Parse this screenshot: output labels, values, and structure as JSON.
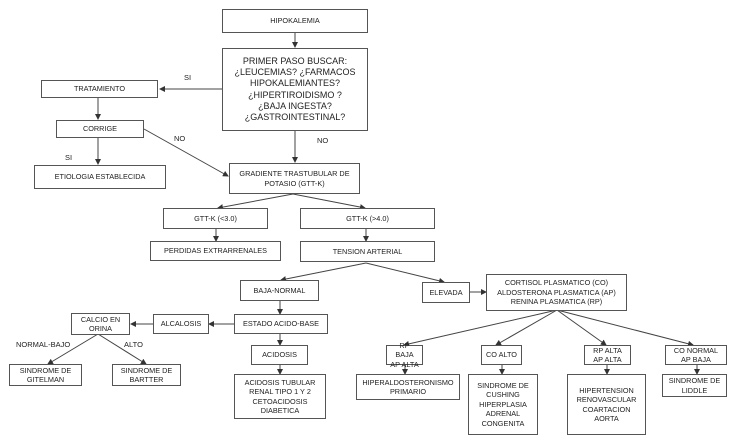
{
  "diagram": {
    "title": "HIPOKALEMIA",
    "nodes": {
      "hipokalemia": "HIPOKALEMIA",
      "primer_paso": "PRIMER PASO BUSCAR:\n¿LEUCEMIAS? ¿FARMACOS\nHIPOKALEMIANTES?\n¿HIPERTIROIDISMO ?\n¿BAJA INGESTA?\n¿GASTROINTESTINAL?",
      "tratamiento": "TRATAMIENTO",
      "corrige": "CORRIGE",
      "etiologia": "ETIOLOGIA ESTABLECIDA",
      "gtt_k": "GRADIENTE TRASTUBULAR DE\nPOTASIO (GTT-K)",
      "gtt_low": "GTT-K (<3.0)",
      "gtt_high": "GTT-K (>4.0)",
      "perdidas": "PERDIDAS EXTRARRENALES",
      "tension": "TENSION ARTERIAL",
      "baja_normal": "BAJA-NORMAL",
      "elevada": "ELEVADA",
      "hormonas": "CORTISOL PLASMATICO (CO)\nALDOSTERONA PLASMATICA (AP)\nRENINA PLASMATICA (RP)",
      "acido_base": "ESTADO ACIDO-BASE",
      "alcalosis": "ALCALOSIS",
      "calcio": "CALCIO EN\nORINA",
      "gitelman": "SINDROME DE\nGITELMAN",
      "bartter": "SINDROME DE\nBARTTER",
      "acidosis": "ACIDOSIS",
      "acidosis_tubular": "ACIDOSIS TUBULAR\nRENAL TIPO 1 Y 2\nCETOACIDOSIS\nDIABETICA",
      "rp_baja": "RP BAJA\nAP ALTA",
      "hiperaldo": "HIPERALDOSTERONISMO\nPRIMARIO",
      "co_alto": "CO ALTO",
      "cushing": "SINDROME DE\nCUSHING\nHIPERPLASIA\nADRENAL\nCONGENITA",
      "rp_alta": "RP ALTA\nAP ALTA",
      "hipertension": "HIPERTENSION\nRENOVASCULAR\nCOARTACION\nAORTA",
      "co_normal": "CO NORMAL\nAP BAJA",
      "liddle": "SINDROME DE\nLIDDLE"
    },
    "edge_labels": {
      "si_tratamiento": "SI",
      "no_corrige": "NO",
      "no_primer": "NO",
      "si_corrige": "SI",
      "normal_bajo": "NORMAL-BAJO",
      "alto": "ALTO"
    }
  }
}
